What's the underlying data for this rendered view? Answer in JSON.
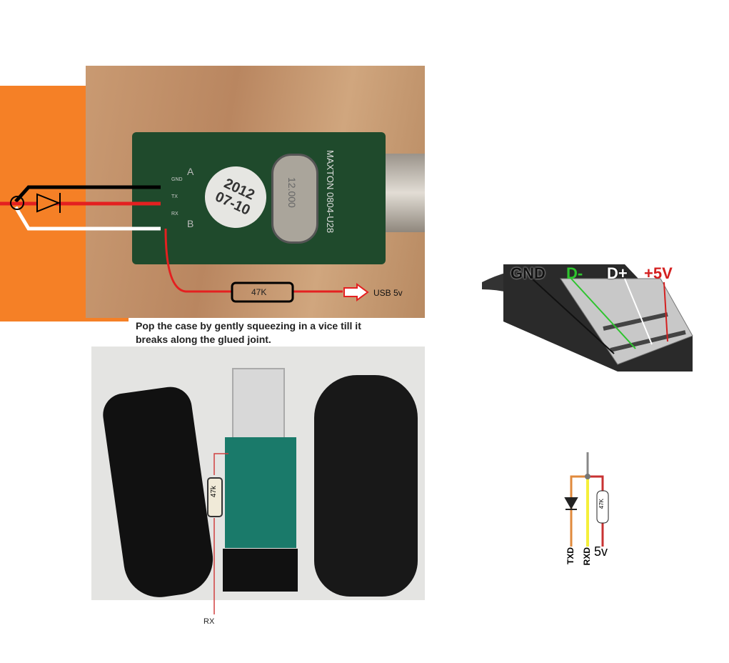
{
  "top_photo": {
    "pads": [
      "GND",
      "TX",
      "RX"
    ],
    "pad_labels": [
      "A",
      "B"
    ],
    "sticker": [
      "2012",
      "07-10"
    ],
    "crystal": "12.000",
    "maker": "MAXTON",
    "part": "0804-U28",
    "resistor": "47K",
    "usb_label": "USB 5v"
  },
  "caption": "Pop the case by gently squeezing in a vice till it breaks along the glued joint.",
  "bottom_photo": {
    "resistor": "47k",
    "rx_label": "RX"
  },
  "usb_pinout": {
    "pins": [
      {
        "label": "GND",
        "color": "#111111"
      },
      {
        "label": "D-",
        "color": "#2ec42e"
      },
      {
        "label": "D+",
        "color": "#ffffff"
      },
      {
        "label": "+5V",
        "color": "#d42020"
      }
    ]
  },
  "schematic": {
    "resistor": "47K",
    "labels": [
      "TXD",
      "RXD",
      "5v"
    ],
    "colors": {
      "txd": "#e08a3c",
      "rxd": "#f5ef3a",
      "v5": "#c83232",
      "common": "#888888"
    }
  }
}
